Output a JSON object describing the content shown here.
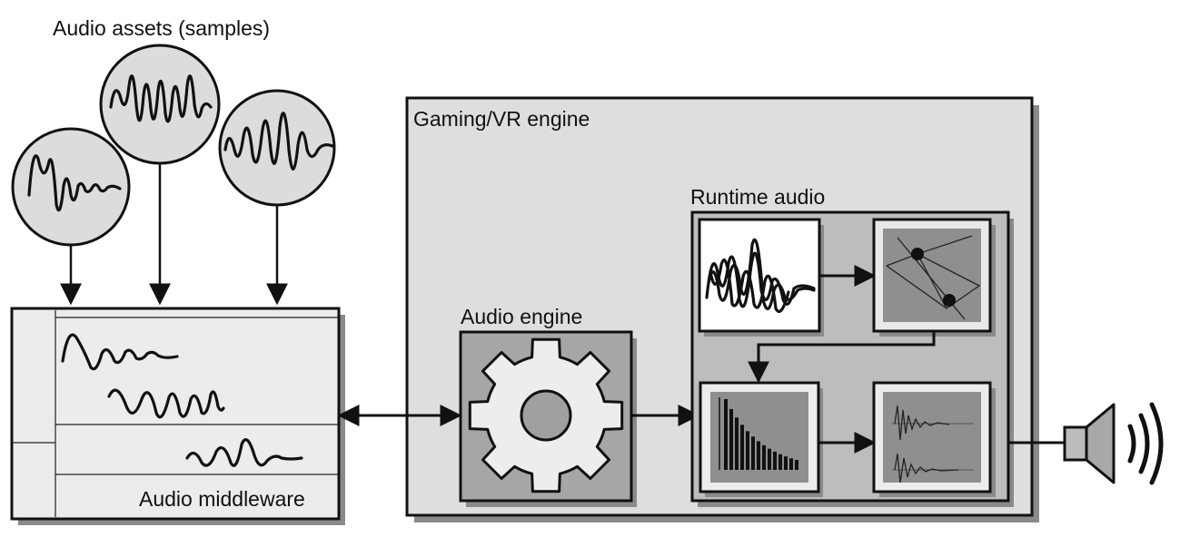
{
  "labels": {
    "assets": "Audio assets (samples)",
    "middleware": "Audio middleware",
    "gaming_engine": "Gaming/VR engine",
    "runtime_audio": "Runtime audio",
    "audio_engine": "Audio engine"
  },
  "icons": [
    "waveform-icon",
    "gear-icon",
    "spectrum-icon",
    "impulse-response-icon",
    "geometry-icon",
    "speaker-icon"
  ],
  "colors": {
    "outer_panel": "#dedede",
    "inner_panel": "#bdbdbd",
    "dark_panel": "#909090",
    "shadow": "#8a8a8a",
    "stroke": "#111111"
  }
}
